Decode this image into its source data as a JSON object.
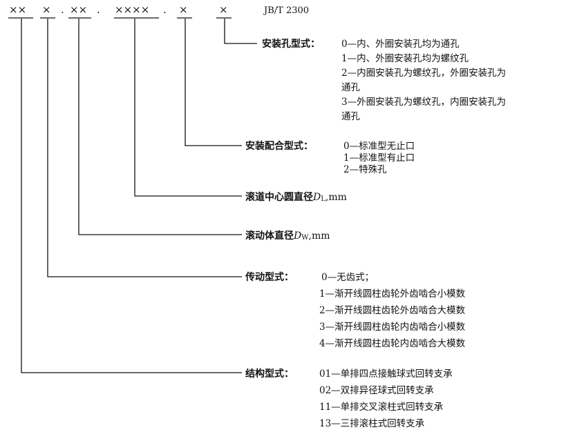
{
  "code": {
    "segments": [
      "××",
      "×",
      ".",
      "××",
      ".",
      "××××",
      ".",
      "×",
      "×"
    ],
    "standard": "JB/T 2300"
  },
  "fields": [
    {
      "label": "安装孔型式：",
      "options": [
        "0—内、外圈安装孔均为通孔",
        "1—内、外圈安装孔均为螺纹孔",
        "2—内圈安装孔为螺纹孔，外圈安装孔为",
        "通孔",
        "3—外圈安装孔为螺纹孔，内圈安装孔为",
        "通孔"
      ]
    },
    {
      "label": "安装配合型式：",
      "options": [
        "0—标准型无止口",
        "1—标准型有止口",
        "2—特殊孔"
      ]
    },
    {
      "label_main": "滚道中心圆直径",
      "label_var": "D",
      "label_sub": "L",
      "label_unit": ",mm",
      "options": []
    },
    {
      "label_main": "滚动体直径",
      "label_var": "D",
      "label_sub": "W",
      "label_unit": ",mm",
      "options": []
    },
    {
      "label": "传动型式：",
      "options": [
        "0—无齿式；",
        "1—渐开线圆柱齿轮外齿啮合小模数",
        "2—渐开线圆柱齿轮外齿啮合大模数",
        "3—渐开线圆柱齿轮内齿啮合小模数",
        "4—渐开线圆柱齿轮内齿啮合大模数"
      ]
    },
    {
      "label": "结构型式：",
      "options": [
        "01—单排四点接触球式回转支承",
        "02—双排异径球式回转支承",
        "11—单排交叉滚柱式回转支承",
        "13—三排滚柱式回转支承"
      ]
    }
  ]
}
